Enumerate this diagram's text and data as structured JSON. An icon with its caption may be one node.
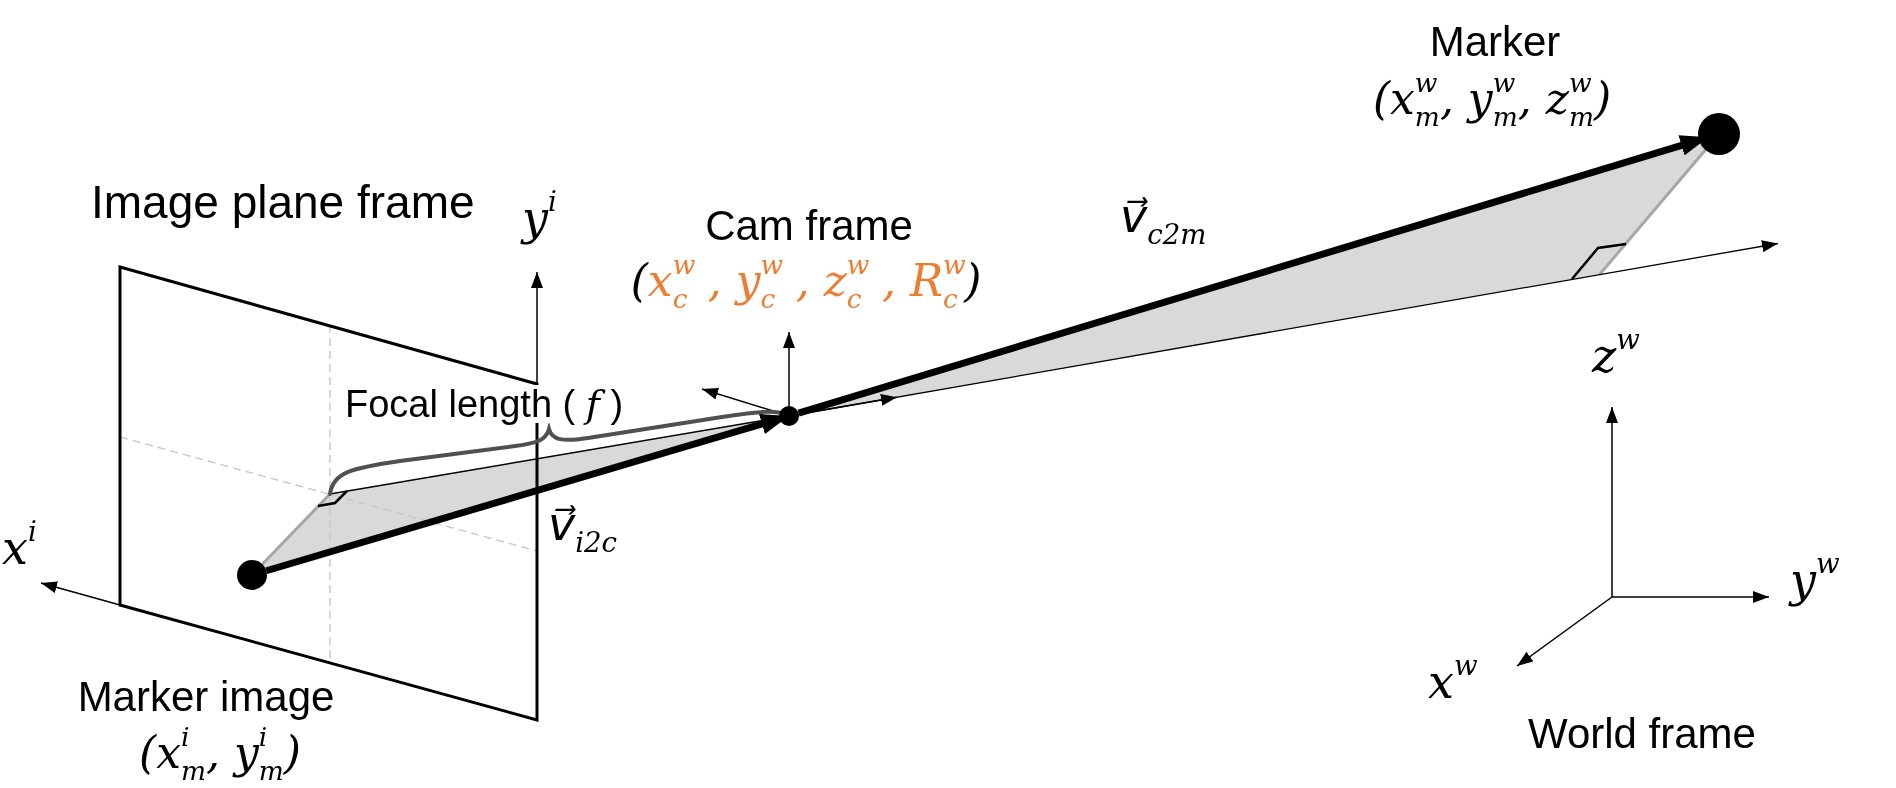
{
  "diagram": {
    "nodes": [
      {
        "text": [
          "Image plane frame"
        ]
      },
      {
        "text": [],
        "shape": "circle",
        "in": 0,
        "beside": [
          "Marker image",
          "(x$^{i}$$_{m}$, y$^{i}$$_{m}$)"
        ]
      },
      {
        "text": [],
        "shape": "circle",
        "beside": [
          "Cam frame",
          "(x$^{w}$$_{c}$ , y$^{w}$$_{c}$ , z$^{w}$$_{c}$ , R$^{w}$$_{c}$)"
        ]
      },
      {
        "text": [],
        "shape": "circle",
        "beside": [
          "Marker",
          "(x$^{w}$$_{m}$, y$^{w}$$_{m}$, z$^{w}$$_{m}$)"
        ]
      }
    ],
    "edges": [
      {
        "from": 1,
        "to": 2,
        "arrow": "to",
        "label": "v⃗$_{i2c}$"
      },
      {
        "from": 2,
        "to": 3,
        "arrow": "to",
        "label": "v⃗$_{c2m}$"
      }
    ],
    "labels": [
      "y$^{i}$",
      "z$^{w}$",
      "Focal length ( *f* )",
      "x$^{i}$",
      "y$^{w}$",
      "x$^{w}$",
      "World frame"
    ]
  }
}
